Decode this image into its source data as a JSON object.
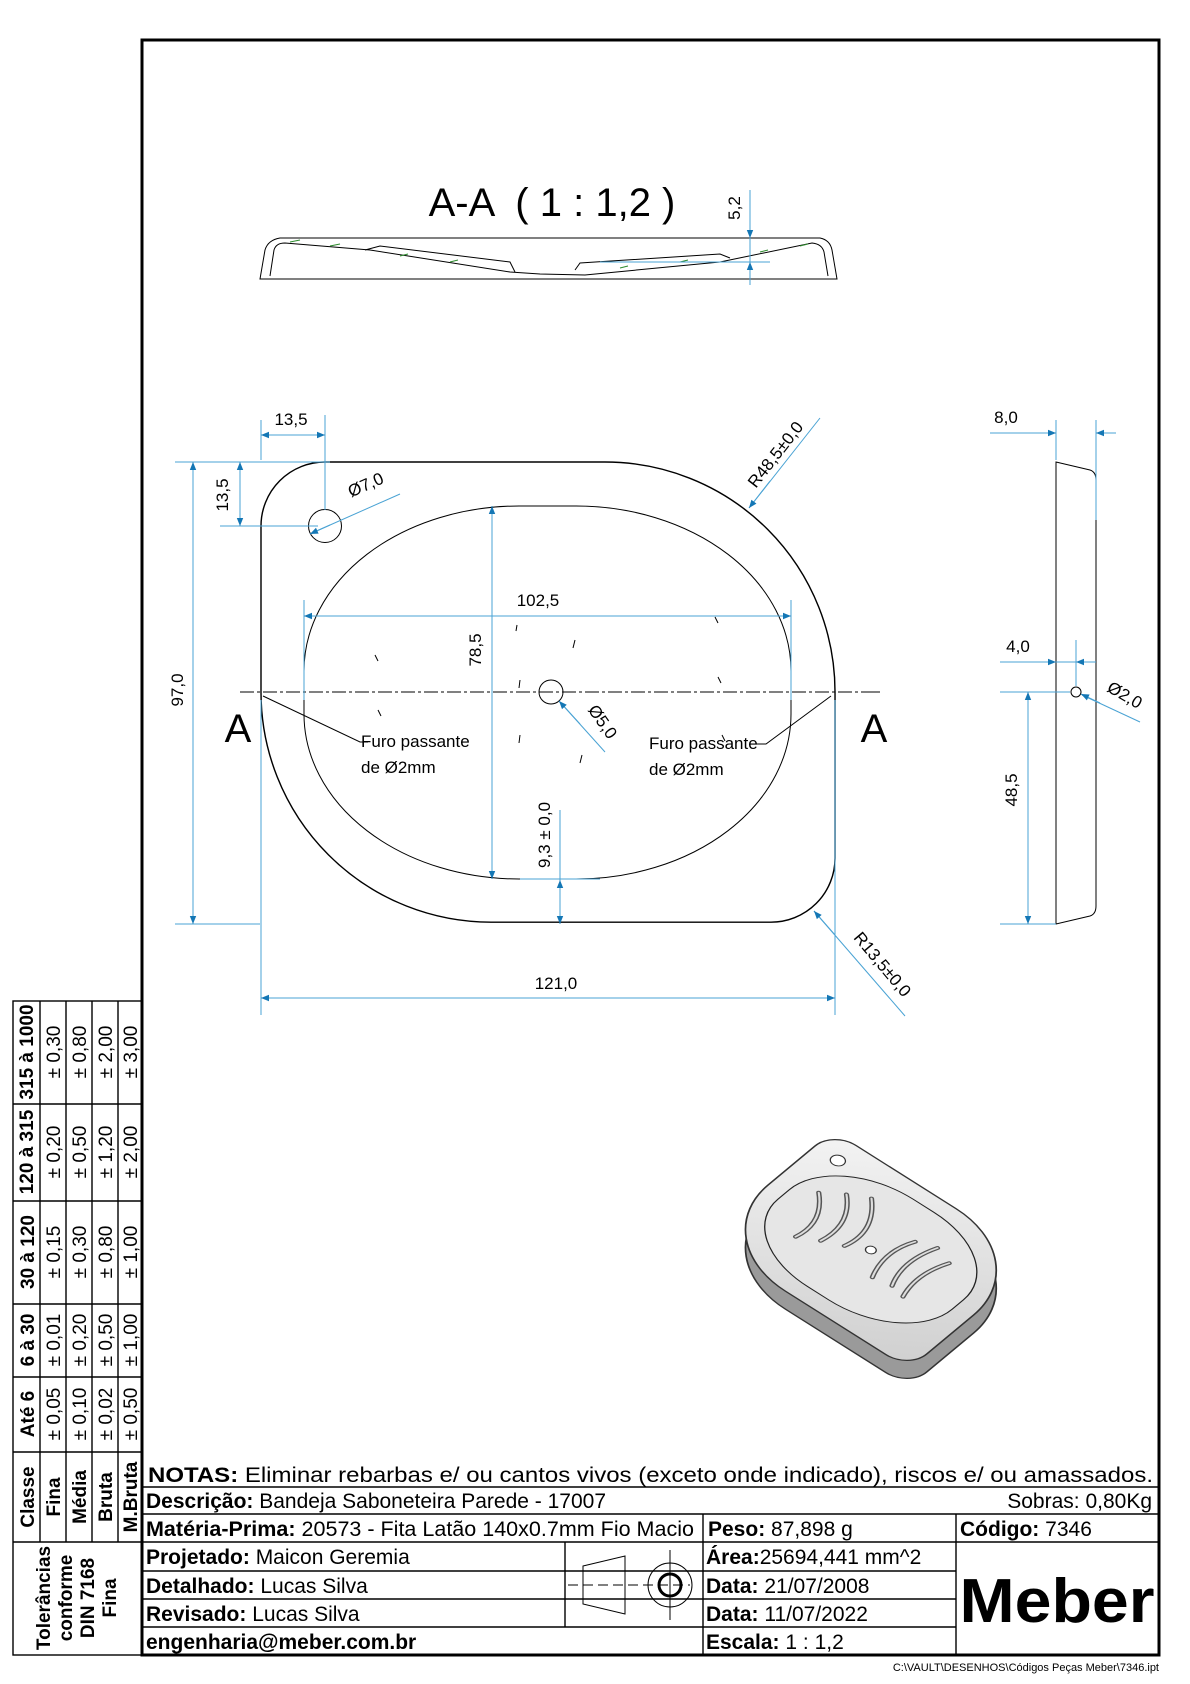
{
  "section_view": {
    "title": "A-A  ( 1 : 1,2 )",
    "dim_height": "5,2"
  },
  "front_view": {
    "dim_hole_x": "13,5",
    "dim_hole_y": "13,5",
    "dim_hole_dia": "Ø7,0",
    "dim_radius_large": "R48,5±0,0",
    "dim_width_inner": "102,5",
    "dim_height_inner": "78,5",
    "dim_height_total": "97,0",
    "dim_center_hole": "Ø5,0",
    "dim_bottom_margin": "9,3 ± 0,0",
    "dim_width_total": "121,0",
    "dim_radius_small": "R13,5±0,0",
    "section_label_left": "A",
    "section_label_right": "A",
    "note_left_line1": "Furo passante",
    "note_left_line2": "de Ø2mm",
    "note_right_line1": "Furo passante",
    "note_right_line2": "de Ø2mm"
  },
  "side_view": {
    "dim_thickness": "8,0",
    "dim_hole_offset": "4,0",
    "dim_hole_dia": "Ø2,0",
    "dim_hole_height": "48,5"
  },
  "tolerances": {
    "header": "Classe",
    "ranges": [
      "Até 6",
      "6 à 30",
      "30 à 120",
      "120 à 315",
      "315 à 1000"
    ],
    "rows": [
      {
        "class": "Fina",
        "values": [
          "± 0,05",
          "± 0,01",
          "± 0,15",
          "± 0,20",
          "± 0,30"
        ]
      },
      {
        "class": "Média",
        "values": [
          "± 0,10",
          "± 0,20",
          "± 0,30",
          "± 0,50",
          "± 0,80"
        ]
      },
      {
        "class": "Bruta",
        "values": [
          "± 0,02",
          "± 0,50",
          "± 0,80",
          "± 1,20",
          "± 2,00"
        ]
      },
      {
        "class": "M.Bruta",
        "values": [
          "± 0,50",
          "± 1,00",
          "± 1,00",
          "± 2,00",
          "± 3,00"
        ]
      }
    ],
    "footer_line1": "Tolerâncias",
    "footer_line2": "conforme",
    "footer_line3": "DIN 7168",
    "footer_line4": "Fina"
  },
  "title_block": {
    "notes_label": "NOTAS:",
    "notes": "Eliminar rebarbas e/ ou cantos vivos (exceto onde indicado), riscos e/ ou amassados.",
    "description_label": "Descrição:",
    "description": "Bandeja Saboneteira Parede - 17007",
    "material_label": "Matéria-Prima:",
    "material": "20573 - Fita Latão 140x0.7mm Fio Macio",
    "scrap": "Sobras: 0,80Kg",
    "weight_label": "Peso:",
    "weight": "87,898 g",
    "code_label": "Código:",
    "code": "7346",
    "designed_label": "Projetado:",
    "designed": "Maicon Geremia",
    "detailed_label": "Detalhado:",
    "detailed": "Lucas Silva",
    "revised_label": "Revisado:",
    "revised": "Lucas Silva",
    "email": "engenharia@meber.com.br",
    "area_label": "Área:",
    "area": "25694,441 mm^2",
    "date1_label": "Data:",
    "date1": "21/07/2008",
    "date2_label": "Data:",
    "date2": "11/07/2022",
    "scale_label": "Escala:",
    "scale": "1 : 1,2",
    "logo": "Meber"
  },
  "file_path": "C:\\VAULT\\DESENHOS\\Códigos Peças Meber\\7346.ipt",
  "colors": {
    "dimension": "#4aa3d4",
    "arrow": "#1477b5"
  }
}
